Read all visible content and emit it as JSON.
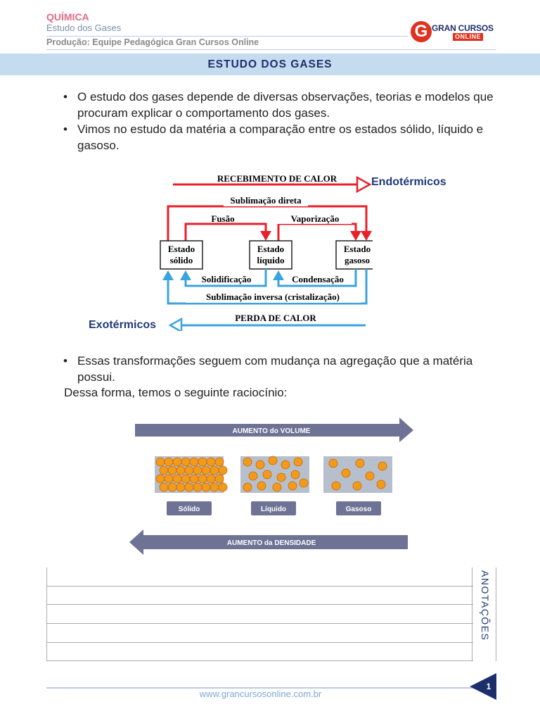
{
  "header": {
    "subject": "QUÍMICA",
    "topic": "Estudo dos Gases",
    "production": "Produção: Equipe Pedagógica Gran Cursos Online",
    "logo_line1": "GRAN CURSOS",
    "logo_line2": "ONLINE",
    "logo_letter": "G"
  },
  "title": "ESTUDO DOS GASES",
  "bullets_top": [
    "O estudo dos gases depende de diversas observações, teorias e modelos que procuram explicar o comportamento dos gases.",
    "Vimos no estudo da matéria a comparação entre os estados sólido, líquido e gasoso."
  ],
  "phase_diagram": {
    "heat_gain": "RECEBIMENTO DE CALOR",
    "heat_loss": "PERDA DE CALOR",
    "endo": "Endotérmicos",
    "exo": "Exotérmicos",
    "sublimation": "Sublimação direta",
    "fusion": "Fusão",
    "vaporization": "Vaporização",
    "solidification": "Solidificação",
    "condensation": "Condensação",
    "reverse_sublimation": "Sublimação inversa (cristalização)",
    "solid_l1": "Estado",
    "solid_l2": "sólido",
    "liquid_l1": "Estado",
    "liquid_l2": "líquido",
    "gas_l1": "Estado",
    "gas_l2": "gasoso"
  },
  "bullet_mid": "Essas transformações seguem com mudança na agregação que a matéria possui.",
  "paragraph": "Dessa forma, temos o seguinte raciocínio:",
  "volume_diagram": {
    "volume_arrow": "AUMENTO do VOLUME",
    "density_arrow": "AUMENTO da DENSIDADE",
    "solid": "Sólido",
    "liquid": "Líquido",
    "gas": "Gasoso"
  },
  "notes_label": "ANOTAÇÕES",
  "footer": {
    "url": "www.grancursosonline.com.br",
    "page": "1"
  },
  "colors": {
    "accent": "#1d2f6b",
    "band": "#c5dbef",
    "red_arrow": "#e8202a",
    "blue_arrow": "#3aa3e0",
    "particle": "#f39a1e"
  }
}
